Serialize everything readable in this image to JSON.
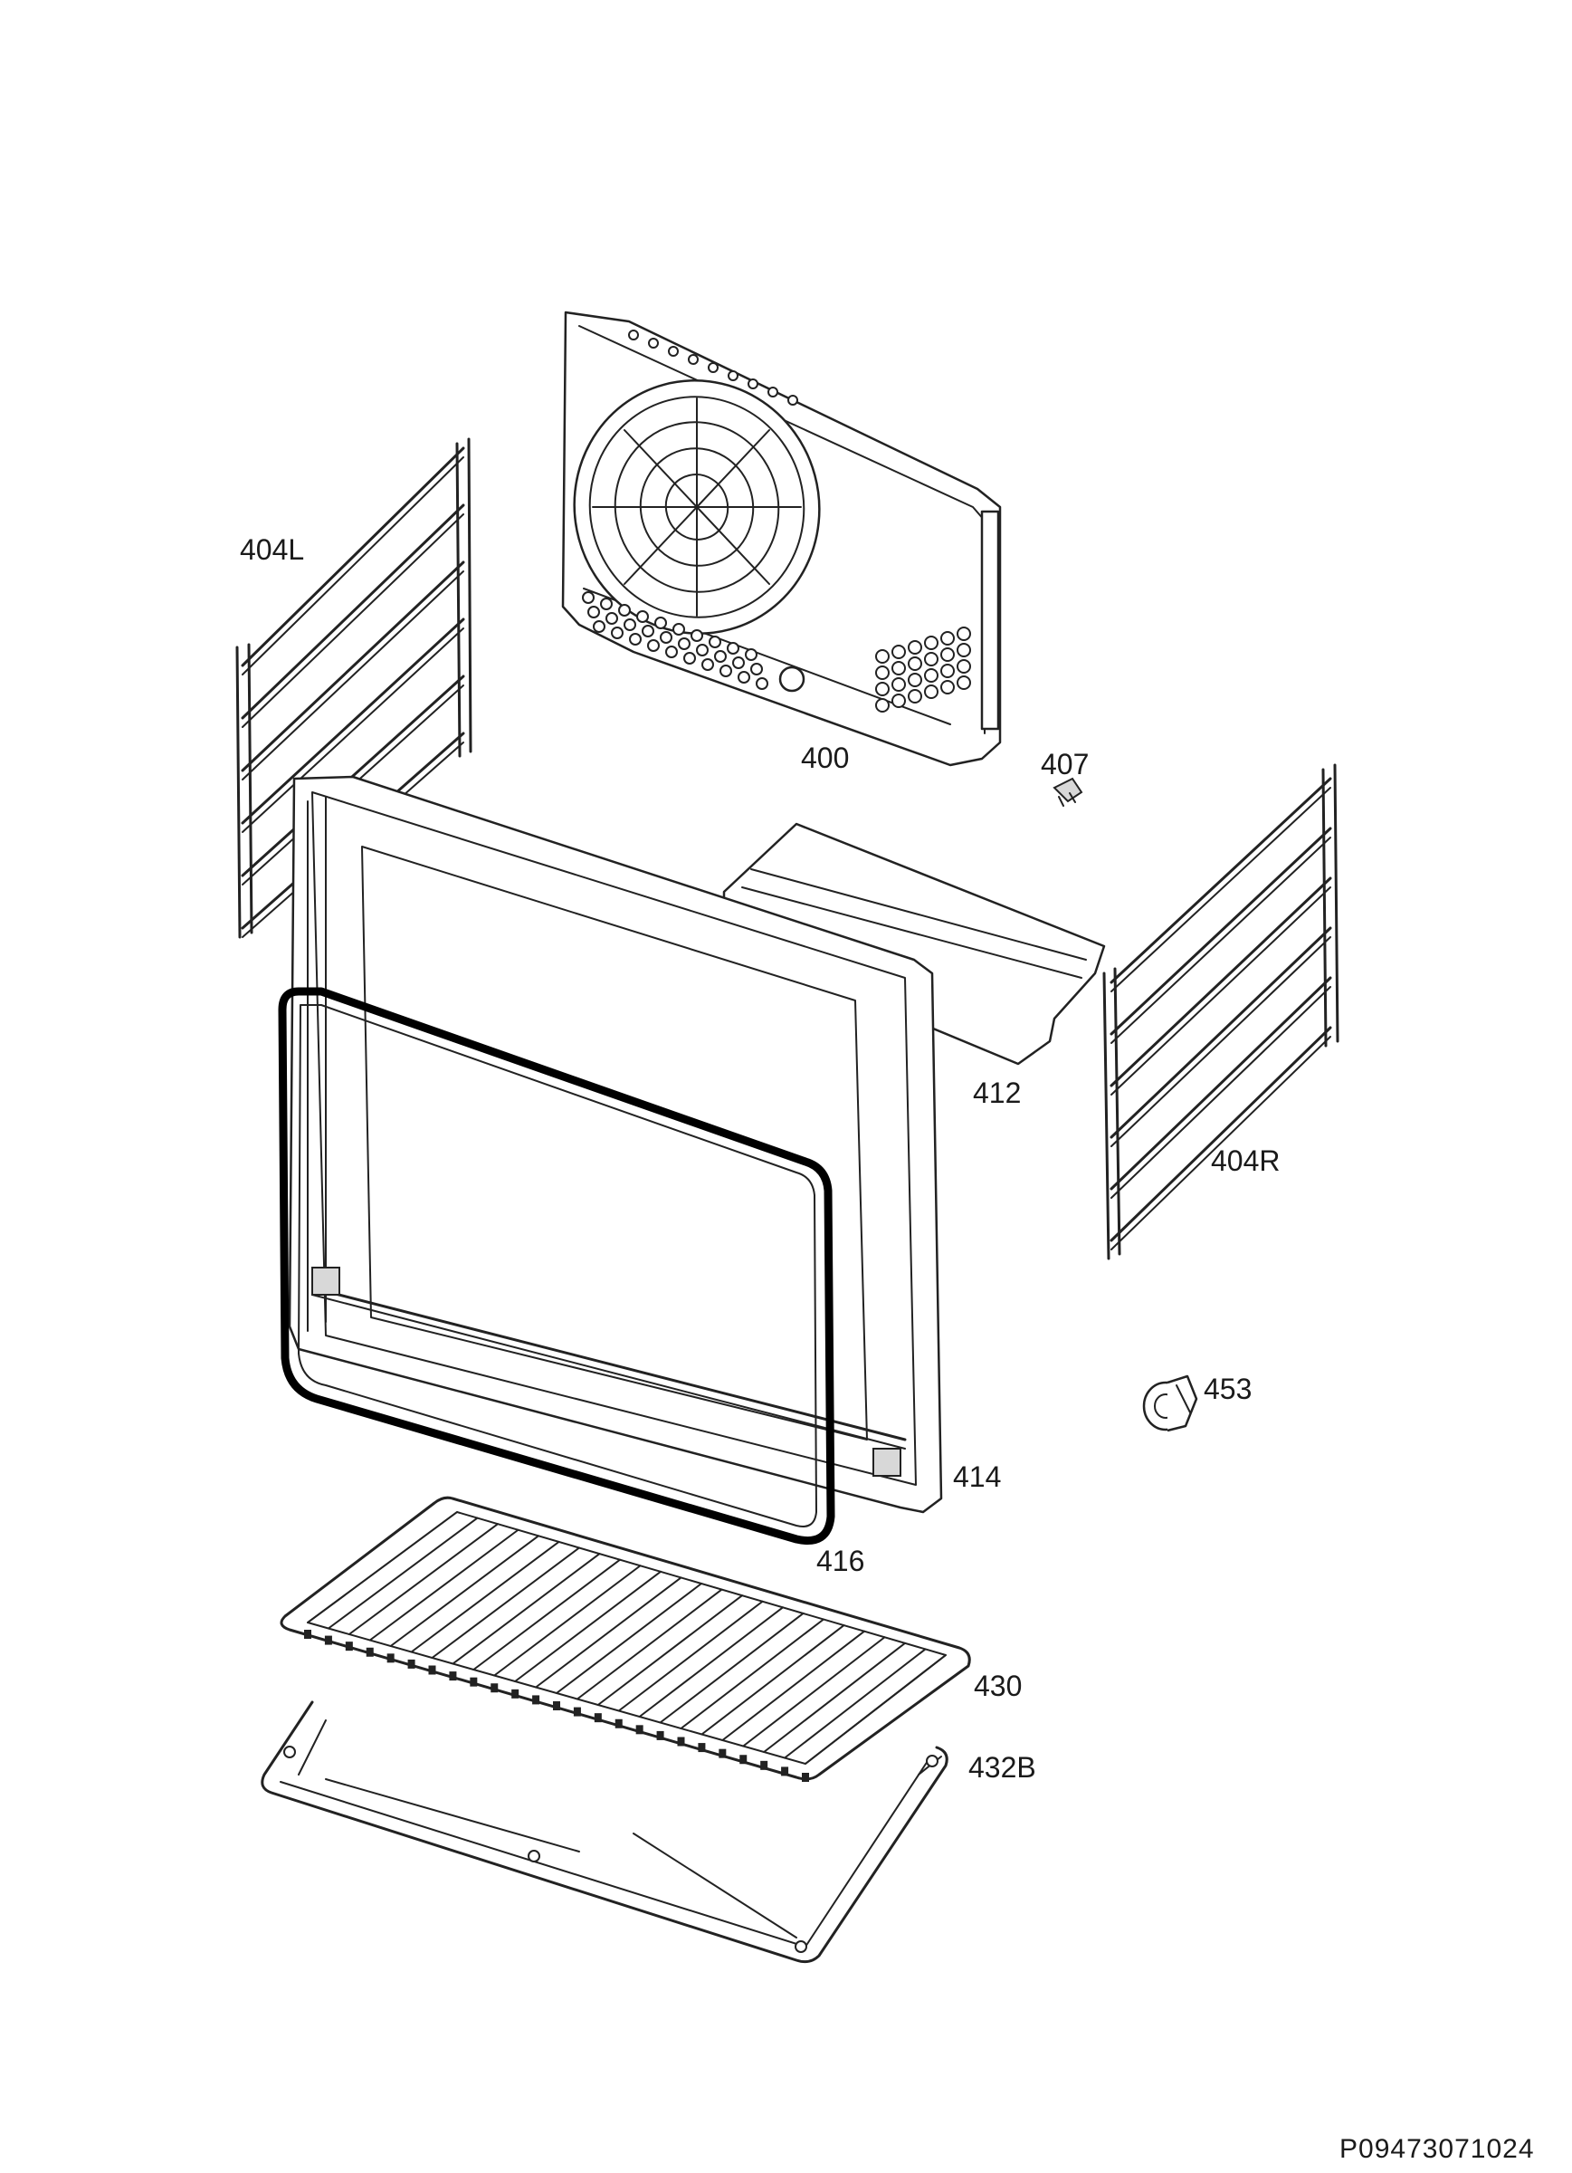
{
  "diagram": {
    "parts": [
      {
        "id": "p400",
        "label": "400"
      },
      {
        "id": "p404L",
        "label": "404L"
      },
      {
        "id": "p404R",
        "label": "404R"
      },
      {
        "id": "p407",
        "label": "407"
      },
      {
        "id": "p412",
        "label": "412"
      },
      {
        "id": "p414",
        "label": "414"
      },
      {
        "id": "p416",
        "label": "416"
      },
      {
        "id": "p430",
        "label": "430"
      },
      {
        "id": "p432B",
        "label": "432B"
      },
      {
        "id": "p453",
        "label": "453"
      }
    ],
    "drawing_code": "P09473071024"
  }
}
